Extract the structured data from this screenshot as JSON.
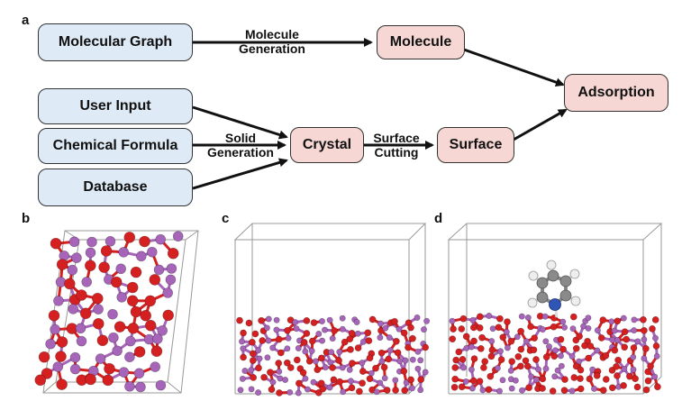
{
  "panels": {
    "a": "a",
    "b": "b",
    "c": "c",
    "d": "d"
  },
  "nodes": {
    "molecular_graph": "Molecular Graph",
    "molecule": "Molecule",
    "adsorption": "Adsorption",
    "user_input": "User Input",
    "chemical_formula": "Chemical Formula",
    "database": "Database",
    "crystal": "Crystal",
    "surface": "Surface"
  },
  "edge_labels": {
    "molecule_generation": [
      "Molecule",
      "Generation"
    ],
    "solid_generation": [
      "Solid",
      "Generation"
    ],
    "surface_cutting": [
      "Surface",
      "Cutting"
    ]
  },
  "colors": {
    "input_node": "#deeaf6",
    "result_node": "#f6d7d4",
    "oxygen_atom": "#d42020",
    "metal_atom": "#a665b8",
    "nitrogen_atom": "#2f55b5",
    "carbon_atom": "#8a8a8a",
    "hydrogen_atom": "#eeeeee"
  },
  "structures": {
    "b": "crystal-structure",
    "c": "surface-slab",
    "d": "slab-with-adsorbed-molecule"
  }
}
